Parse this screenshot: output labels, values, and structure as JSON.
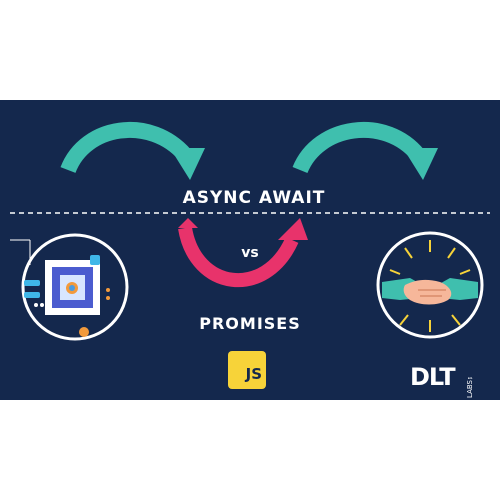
{
  "banner": {
    "title_top": "ASYNC AWAIT",
    "versus": "vs",
    "title_bottom": "PROMISES",
    "js_badge": "JS",
    "logo_main": "DLT",
    "logo_sub": "LABS™"
  },
  "colors": {
    "background": "#14284d",
    "arrow_teal": "#3fbfae",
    "arrow_pink": "#e8336b",
    "js_yellow": "#f7d339",
    "circle_stroke": "#ffffff"
  },
  "icons": [
    "curved-arrow-icon",
    "chip-diagram-icon",
    "handshake-icon",
    "javascript-icon"
  ]
}
